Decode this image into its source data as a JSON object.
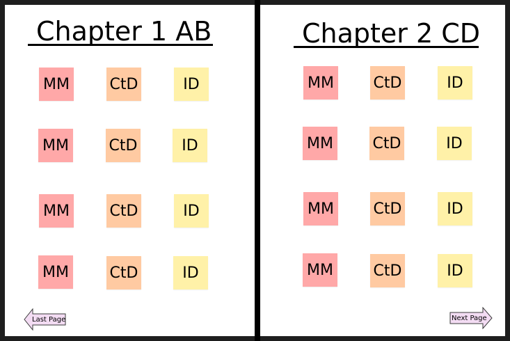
{
  "pages": [
    {
      "title": "Chapter 1 AB",
      "rows": [
        [
          "MM",
          "CtD",
          "ID"
        ],
        [
          "MM",
          "CtD",
          "ID"
        ],
        [
          "MM",
          "CtD",
          "ID"
        ],
        [
          "MM",
          "CtD",
          "ID"
        ]
      ]
    },
    {
      "title": "Chapter 2 CD",
      "rows": [
        [
          "MM",
          "CtD",
          "ID"
        ],
        [
          "MM",
          "CtD",
          "ID"
        ],
        [
          "MM",
          "CtD",
          "ID"
        ],
        [
          "MM",
          "CtD",
          "ID"
        ]
      ]
    }
  ],
  "nav": {
    "prev_label": "Last Page",
    "next_label": "Next Page"
  },
  "colors": {
    "mm": "#ffa8a8",
    "ctd": "#ffcaa2",
    "id": "#fff1a8",
    "arrow_fill": "#f3dcf3",
    "frame": "#1e1e1e"
  }
}
